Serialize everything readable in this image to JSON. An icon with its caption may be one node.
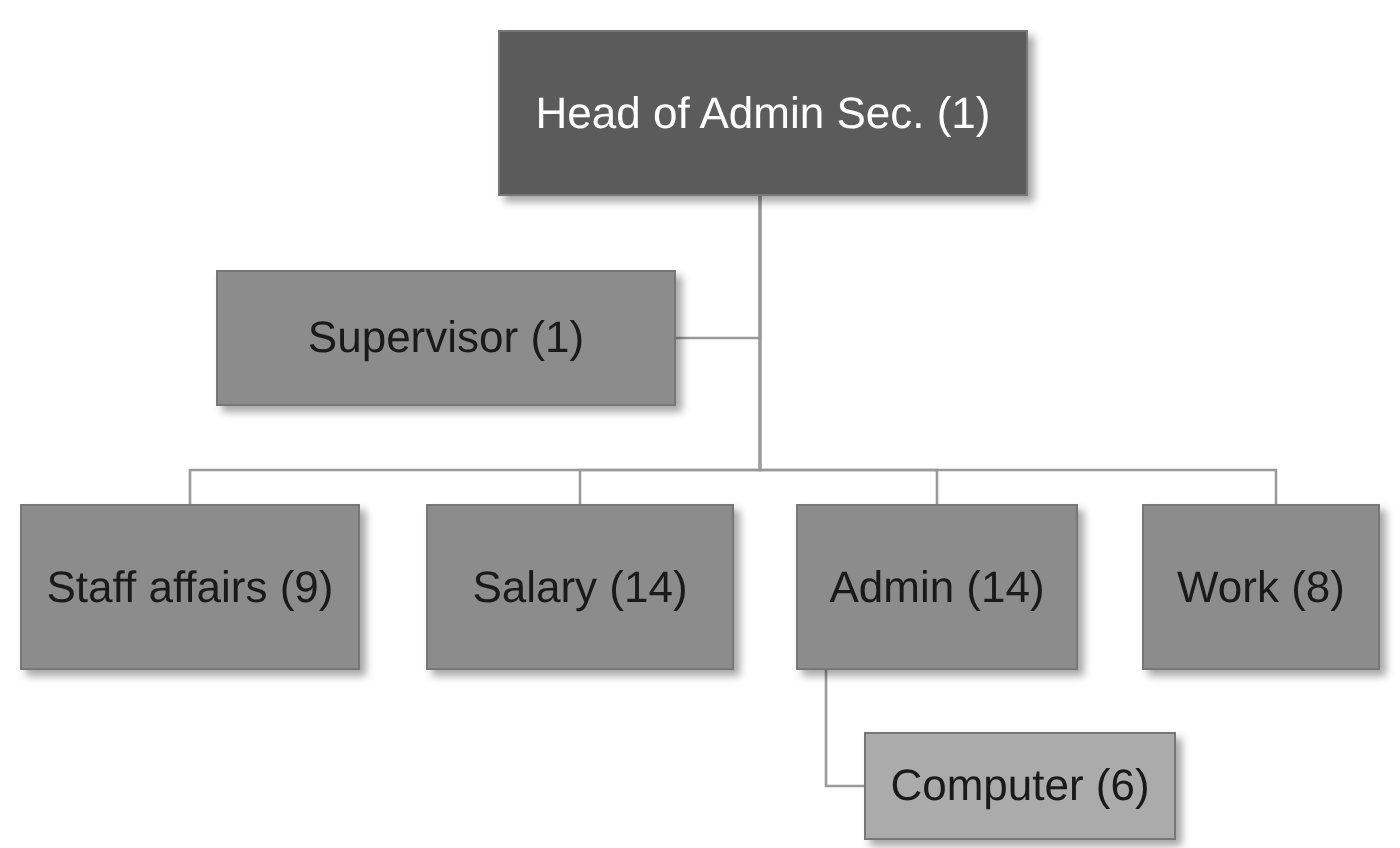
{
  "diagram": {
    "nodes": [
      {
        "text": [
          "Head of Admin Sec. (1)"
        ]
      },
      {
        "text": [
          "Supervisor (1)"
        ]
      },
      {
        "text": [
          "Staff affairs (9)"
        ]
      },
      {
        "text": [
          "Salary (14)"
        ]
      },
      {
        "text": [
          "Admin (14)"
        ]
      },
      {
        "text": [
          "Work (8)"
        ]
      },
      {
        "text": [
          "Computer (6)"
        ]
      }
    ],
    "edges": [
      {
        "from": 0,
        "to": 1,
        "arrow": "none"
      },
      {
        "from": 0,
        "to": 2,
        "arrow": "none"
      },
      {
        "from": 0,
        "to": 3,
        "arrow": "none"
      },
      {
        "from": 0,
        "to": 4,
        "arrow": "none"
      },
      {
        "from": 0,
        "to": 5,
        "arrow": "none"
      },
      {
        "from": 4,
        "to": 6,
        "arrow": "none"
      }
    ]
  }
}
